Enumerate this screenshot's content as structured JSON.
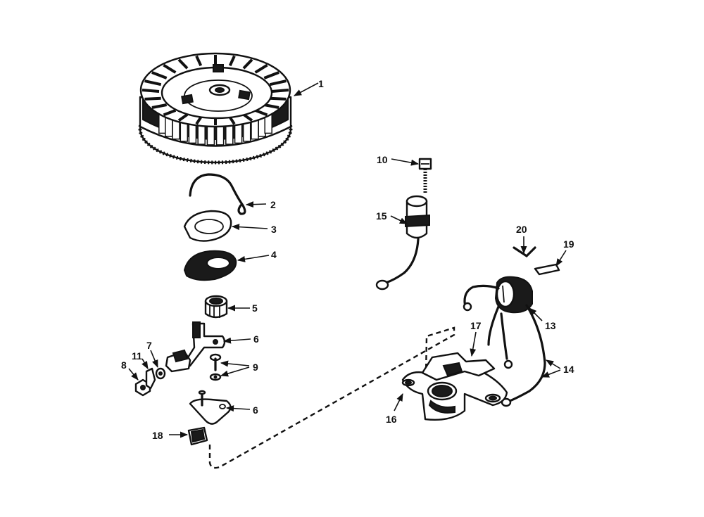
{
  "callouts": {
    "c1": "1",
    "c2": "2",
    "c3": "3",
    "c4": "4",
    "c5": "5",
    "c6a": "6",
    "c6b": "6",
    "c7": "7",
    "c8": "8",
    "c9": "9",
    "c10": "10",
    "c11": "11",
    "c13": "13",
    "c14": "14",
    "c15": "15",
    "c16": "16",
    "c17": "17",
    "c18": "18",
    "c19": "19",
    "c20": "20"
  }
}
